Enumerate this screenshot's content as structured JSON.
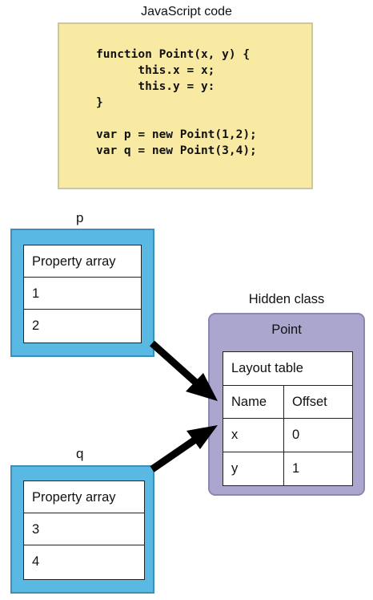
{
  "code": {
    "title": "JavaScript code",
    "lines": [
      "function Point(x, y) {",
      "      this.x = x;",
      "      this.y = y:",
      "}",
      "",
      "var p = new Point(1,2);",
      "var q = new Point(3,4);"
    ]
  },
  "objects": {
    "p": {
      "label": "p",
      "rows": [
        "Property array",
        "1",
        "2"
      ]
    },
    "q": {
      "label": "q",
      "rows": [
        "Property array",
        "3",
        "4"
      ]
    }
  },
  "hidden_class": {
    "label": "Hidden class",
    "name": "Point",
    "table_title": "Layout table",
    "headers": [
      "Name",
      "Offset"
    ],
    "rows": [
      [
        "x",
        "0"
      ],
      [
        "y",
        "1"
      ]
    ]
  },
  "colors": {
    "code_bg": "#f9eaa3",
    "object_bg": "#5ab9e2",
    "hidden_class_bg": "#aaa6ce",
    "arrow": "#000000"
  }
}
